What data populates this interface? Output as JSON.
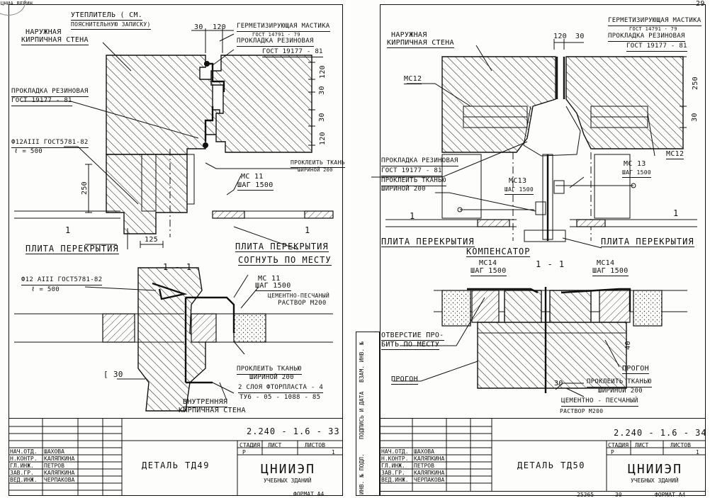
{
  "sheet_left": {
    "corner_text": "ЦНИА ВЕРИН",
    "labels": {
      "insulation": "Утеплитель ( см.",
      "insulation2": "пояснительную записку)",
      "outer_wall1": "Наружная",
      "outer_wall2": "кирпичная стена",
      "sealant": "Герметизирующая мастика",
      "sealant_gost": "ГОСТ 14791 - 79",
      "gasket": "Прокладка резиновая",
      "gasket_gost": "ГОСТ 19177 - 81",
      "gasket_left": "Прокладка резиновая",
      "gasket_left_gost": "ГОСТ 19177 - 81",
      "rebar": "Ф12АIII ГОСТ5781-82",
      "rebar_len": "ℓ = 500",
      "glue_fabric": "Проклеить тканью",
      "glue_fabric2": "шириной 200",
      "mc": "МС 11",
      "mc_step": "шаг 1500",
      "slab_left": "Плита перекрытия",
      "slab_right": "Плита перекрытия",
      "section": "1 - 1",
      "bend": "Согнуть по месту",
      "rebar2": "Ф12 АIII ГОСТ5781-82",
      "rebar2_len": "ℓ = 500",
      "mc2": "МС 11",
      "mc2_step": "шаг 1500",
      "mortar": "Цементно-песчаный",
      "mortar2": "раствор М200",
      "glue_fabric_b": "Проклеить тканью",
      "glue_fabric_b2": "шириной 200",
      "fluoroplast": "2 слоя фторпласта - 4",
      "fluoroplast_tu": "ТУ6 - 05 - 1088 - 85",
      "inner_wall1": "Внутренняя",
      "inner_wall2": "кирпичная стена",
      "channel": "[ 30"
    },
    "dims": {
      "d30": "30",
      "d120": "120",
      "d120b": "120",
      "d30b": "30",
      "d30c": "30",
      "d120c": "120",
      "d250": "250",
      "d125": "125",
      "cut1": "1",
      "cut2": "1"
    },
    "title_block": {
      "doc_code": "2.240 - 1.6 - 33",
      "rows": [
        {
          "role": "Нач.отд.",
          "name": "Шахова"
        },
        {
          "role": "Н.контр.",
          "name": "Каляпкина"
        },
        {
          "role": "Гл.инж.",
          "name": "Петров"
        },
        {
          "role": "Зав.гр.",
          "name": "Каляпкина"
        },
        {
          "role": "Вед.инж.",
          "name": "Черпакова"
        }
      ],
      "detail": "Деталь ТД49",
      "stage_h": "Стадия",
      "sheet_h": "Лист",
      "sheets_h": "Листов",
      "stage": "Р",
      "sheet": "1",
      "org": "ЦНИИЭП",
      "org_sub": "учебных зданий",
      "format": "Формат А4"
    }
  },
  "sheet_right": {
    "page_no": "29",
    "labels": {
      "sealant": "Герметизирующая мастика",
      "sealant_gost": "ГОСТ 14791 - 79",
      "gasket": "Прокладка резиновая",
      "gasket_gost": "ГОСТ 19177 - 81",
      "outer_wall1": "Наружная",
      "outer_wall2": "кирпичная стена",
      "mc12_left": "МС12",
      "mc12_right": "МС12",
      "gasket_left": "Прокладка резиновая",
      "gasket_left_gost": "ГОСТ 19177 - 81",
      "glue_fabric": "Проклеить тканью",
      "glue_fabric2": "шириной 200",
      "mc13a": "МС13",
      "mc13a_step": "шаг 1500",
      "mc13b": "МС 13",
      "mc13b_step": "шаг 1500",
      "slab_left": "Плита перекрытия",
      "slab_right": "Плита перекрытия",
      "compensator": "Компенсатор",
      "section": "1 - 1",
      "mc14a": "МС14",
      "mc14a_step": "шаг 1500",
      "mc14b": "МС14",
      "mc14b_step": "шаг 1500",
      "hole": "Отверстие про-",
      "hole2": "бить по месту",
      "purlin_left": "Прогон",
      "purlin_right": "Прогон",
      "glue_fabric_b": "Проклеить тканью",
      "glue_fabric_b2": "шириной 200",
      "mortar": "Цементно - песчаный",
      "mortar2": "раствор М200"
    },
    "dims": {
      "d120": "120",
      "d30": "30",
      "d250": "250",
      "d30b": "30",
      "d30c": "30",
      "d40": "40",
      "cut1": "1",
      "cut2": "1"
    },
    "side_labels": [
      "Инв. № подл.",
      "Подпись и дата",
      "Взам. инв. №"
    ],
    "title_block": {
      "doc_code": "2.240 - 1.6 - 34",
      "rows": [
        {
          "role": "Нач.отд.",
          "name": "Шахова"
        },
        {
          "role": "Н.контр.",
          "name": "Каляпкина"
        },
        {
          "role": "Гл.инж.",
          "name": "Петров"
        },
        {
          "role": "Зав.гр.",
          "name": "Каляпкина"
        },
        {
          "role": "Вед.инж.",
          "name": "Черпакова"
        }
      ],
      "detail": "Деталь ТД50",
      "stage_h": "Стадия",
      "sheet_h": "Лист",
      "sheets_h": "Листов",
      "stage": "Р",
      "sheet": "1",
      "org": "ЦНИИЭП",
      "org_sub": "учебных зданий",
      "footer_code": "25365",
      "footer_num": "30",
      "format": "Формат А4"
    }
  }
}
